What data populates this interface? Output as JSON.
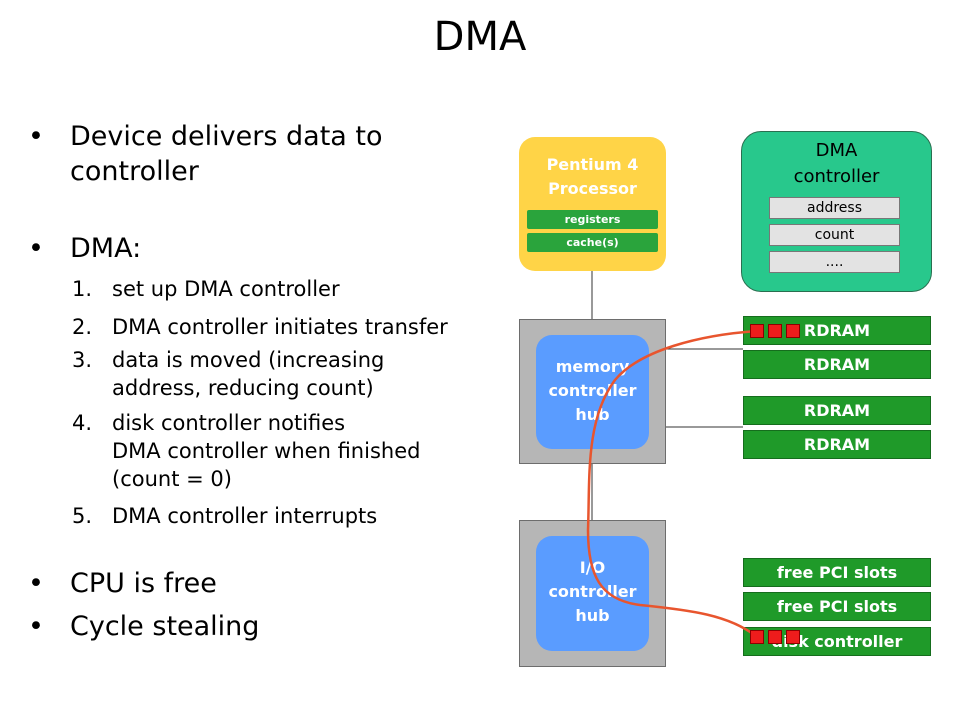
{
  "slide": {
    "title": "DMA",
    "bullets": [
      {
        "lines": [
          "Device delivers data to",
          "controller"
        ]
      },
      {
        "lines": [
          "DMA:"
        ]
      },
      {
        "lines": [
          "CPU is free"
        ]
      },
      {
        "lines": [
          "Cycle stealing"
        ]
      }
    ],
    "bullet_marker": "•",
    "steps": [
      {
        "num": "1.",
        "lines": [
          "set up DMA controller"
        ]
      },
      {
        "num": "2.",
        "lines": [
          "DMA controller initiates transfer"
        ]
      },
      {
        "num": "3.",
        "lines": [
          "data is moved (increasing",
          "address, reducing count)"
        ]
      },
      {
        "num": "4.",
        "lines": [
          "disk controller notifies",
          "DMA controller when finished",
          "(count = 0)"
        ]
      },
      {
        "num": "5.",
        "lines": [
          "DMA controller interrupts"
        ]
      }
    ]
  },
  "diagram": {
    "cpu": {
      "title_line1": "Pentium 4",
      "title_line2": "Processor",
      "registers": "registers",
      "cache": "cache(s)"
    },
    "dma_controller": {
      "title_line1": "DMA",
      "title_line2": "controller",
      "regs": [
        "address",
        "count",
        "...."
      ]
    },
    "memory_hub": {
      "lines": [
        "memory",
        "controller",
        "hub"
      ]
    },
    "io_hub": {
      "lines": [
        "I/O",
        "controller",
        "hub"
      ]
    },
    "rdram": [
      "RDRAM",
      "RDRAM",
      "RDRAM",
      "RDRAM"
    ],
    "pci": [
      "free PCI slots",
      "free PCI slots"
    ],
    "disk": "disk controller"
  },
  "colors": {
    "cpu": "#ffd447",
    "dma": "#28c88c",
    "hub_inner": "#5a9cff",
    "hub_outer": "#b6b6b6",
    "green_bar": "#1f9a29",
    "transfer_path": "#e8552e",
    "data_block": "#ee1c1c"
  }
}
